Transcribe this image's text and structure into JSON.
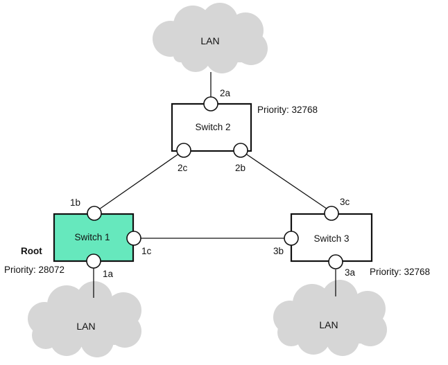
{
  "colors": {
    "root_switch_fill": "#66e8bd",
    "cloud_fill": "#d6d6d6",
    "stroke": "#111111"
  },
  "switches": [
    {
      "id": "switch-1",
      "label": "Switch 1",
      "priority_label": "Priority: 28072",
      "role_label": "Root"
    },
    {
      "id": "switch-2",
      "label": "Switch 2",
      "priority_label": "Priority: 32768"
    },
    {
      "id": "switch-3",
      "label": "Switch 3",
      "priority_label": "Priority: 32768"
    }
  ],
  "ports": {
    "1a": "1a",
    "1b": "1b",
    "1c": "1c",
    "2a": "2a",
    "2b": "2b",
    "2c": "2c",
    "3a": "3a",
    "3b": "3b",
    "3c": "3c"
  },
  "lans": [
    {
      "id": "lan-top",
      "label": "LAN"
    },
    {
      "id": "lan-left",
      "label": "LAN"
    },
    {
      "id": "lan-right",
      "label": "LAN"
    }
  ],
  "links": [
    [
      "2a",
      "lan-top"
    ],
    [
      "2c",
      "1b"
    ],
    [
      "2b",
      "3c"
    ],
    [
      "1c",
      "3b"
    ],
    [
      "1a",
      "lan-left"
    ],
    [
      "3a",
      "lan-right"
    ]
  ]
}
